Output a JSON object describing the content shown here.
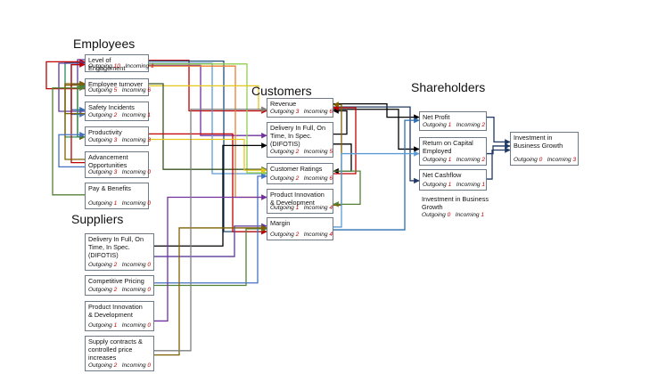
{
  "groups": {
    "employees": "Employees",
    "suppliers": "Suppliers",
    "customers": "Customers",
    "shareholders": "Shareholders"
  },
  "stat_words": {
    "outgoing": "Outgoing",
    "incoming": "Incoming"
  },
  "nodes": [
    {
      "id": "loe",
      "label": "Level of Engagement",
      "out": "10",
      "in": "1"
    },
    {
      "id": "turn",
      "label": "Employee turnover",
      "out": "5",
      "in": "6"
    },
    {
      "id": "safe",
      "label": "Safety Incidents",
      "out": "2",
      "in": "1"
    },
    {
      "id": "prod",
      "label": "Productivity",
      "out": "3",
      "in": "3"
    },
    {
      "id": "adv",
      "label": "Advancement\nOpportunities",
      "out": "3",
      "in": "0"
    },
    {
      "id": "pay",
      "label": "Pay & Benefits",
      "out": "1",
      "in": "0"
    },
    {
      "id": "sdifot",
      "label": "Delivery In Full, On\nTime, In Spec.\n(DIFOTIS)",
      "out": "2",
      "in": "0"
    },
    {
      "id": "comp",
      "label": "Competitive Pricing",
      "out": "2",
      "in": "0"
    },
    {
      "id": "spid",
      "label": "Product Innovation\n& Development",
      "out": "1",
      "in": "0"
    },
    {
      "id": "supply",
      "label": "Supply contracts &\ncontrolled price\nincreases",
      "out": "2",
      "in": "0"
    },
    {
      "id": "rev",
      "label": "Revenue",
      "out": "3",
      "in": "6"
    },
    {
      "id": "cdifot",
      "label": "Delivery In Full, On\nTime, In Spec.\n(DIFOTIS)",
      "out": "2",
      "in": "5"
    },
    {
      "id": "crat",
      "label": "Customer Ratings",
      "out": "2",
      "in": "6"
    },
    {
      "id": "cpid",
      "label": "Product Innovation\n& Development",
      "out": "1",
      "in": "4"
    },
    {
      "id": "margin",
      "label": "Margin",
      "out": "2",
      "in": "4"
    },
    {
      "id": "np",
      "label": "Net Profit",
      "out": "1",
      "in": "2"
    },
    {
      "id": "roce",
      "label": "Return on Capital\nEmployed",
      "out": "1",
      "in": "2"
    },
    {
      "id": "ncf",
      "label": "Net Cashflow",
      "out": "1",
      "in": "1"
    },
    {
      "id": "ibg2",
      "label": "Investment in\nBusiness Growth",
      "out": "0",
      "in": "3"
    }
  ],
  "free_node": {
    "label": "Investment in Business\nGrowth",
    "out": "0",
    "in": "1"
  },
  "connections": [
    {
      "from": "loe",
      "to": "turn",
      "color": "#5b3a9a"
    },
    {
      "from": "loe",
      "to": "safe",
      "color": "#2f6fb0"
    },
    {
      "from": "loe",
      "to": "prod",
      "color": "#2e8b57"
    },
    {
      "from": "loe",
      "to": "rev",
      "color": "#c00000"
    },
    {
      "from": "loe",
      "to": "cdifot",
      "color": "#7030a0"
    },
    {
      "from": "loe",
      "to": "crat",
      "color": "#5b9bd5"
    },
    {
      "from": "loe",
      "to": "margin",
      "color": "#1f4e79"
    },
    {
      "from": "loe",
      "to": "cpid",
      "color": "#ed7d31"
    },
    {
      "from": "loe",
      "to": "crat",
      "color": "#92d050"
    },
    {
      "from": "turn",
      "to": "rev",
      "color": "#e6c619"
    },
    {
      "from": "turn",
      "to": "crat",
      "color": "#375623"
    },
    {
      "from": "turn",
      "to": "loe",
      "color": "#c00000"
    },
    {
      "from": "turn",
      "to": "prod",
      "color": "#7f6000"
    },
    {
      "from": "turn",
      "to": "safe",
      "color": "#4472c4"
    },
    {
      "from": "safe",
      "to": "turn",
      "color": "#7f6000"
    },
    {
      "from": "safe",
      "to": "loe",
      "color": "#5b3a9a"
    },
    {
      "from": "prod",
      "to": "margin",
      "color": "#c00000"
    },
    {
      "from": "prod",
      "to": "crat",
      "color": "#e6c619"
    },
    {
      "from": "prod",
      "to": "turn",
      "color": "#2e8b57"
    },
    {
      "from": "adv",
      "to": "loe",
      "color": "#c00000"
    },
    {
      "from": "adv",
      "to": "turn",
      "color": "#7f6000"
    },
    {
      "from": "adv",
      "to": "prod",
      "color": "#4472c4"
    },
    {
      "from": "pay",
      "to": "turn",
      "color": "#548235"
    },
    {
      "from": "sdifot",
      "to": "cdifot",
      "color": "#000000"
    },
    {
      "from": "sdifot",
      "to": "margin",
      "color": "#5b3a9a"
    },
    {
      "from": "comp",
      "to": "margin",
      "color": "#548235"
    },
    {
      "from": "comp",
      "to": "crat",
      "color": "#4472c4"
    },
    {
      "from": "spid",
      "to": "cpid",
      "color": "#7030a0"
    },
    {
      "from": "supply",
      "to": "margin",
      "color": "#7f6000"
    },
    {
      "from": "supply",
      "to": "rev",
      "color": "#7f7f7f"
    },
    {
      "from": "rev",
      "to": "np",
      "color": "#000000"
    },
    {
      "from": "rev",
      "to": "roce",
      "color": "#000000"
    },
    {
      "from": "rev",
      "to": "ncf",
      "color": "#1f3864"
    },
    {
      "from": "cdifot",
      "to": "rev",
      "color": "#000000"
    },
    {
      "from": "cdifot",
      "to": "crat",
      "color": "#000000"
    },
    {
      "from": "crat",
      "to": "rev",
      "color": "#c00000"
    },
    {
      "from": "crat",
      "to": "cpid",
      "color": "#548235"
    },
    {
      "from": "cpid",
      "to": "rev",
      "color": "#7f6000"
    },
    {
      "from": "margin",
      "to": "np",
      "color": "#2f6fb0"
    },
    {
      "from": "margin",
      "to": "roce",
      "color": "#5b9bd5"
    },
    {
      "from": "np",
      "to": "ibg2",
      "color": "#1f3864"
    },
    {
      "from": "roce",
      "to": "ibg2",
      "color": "#1f3864"
    },
    {
      "from": "ncf",
      "to": "ibg2",
      "color": "#1f3864"
    }
  ]
}
